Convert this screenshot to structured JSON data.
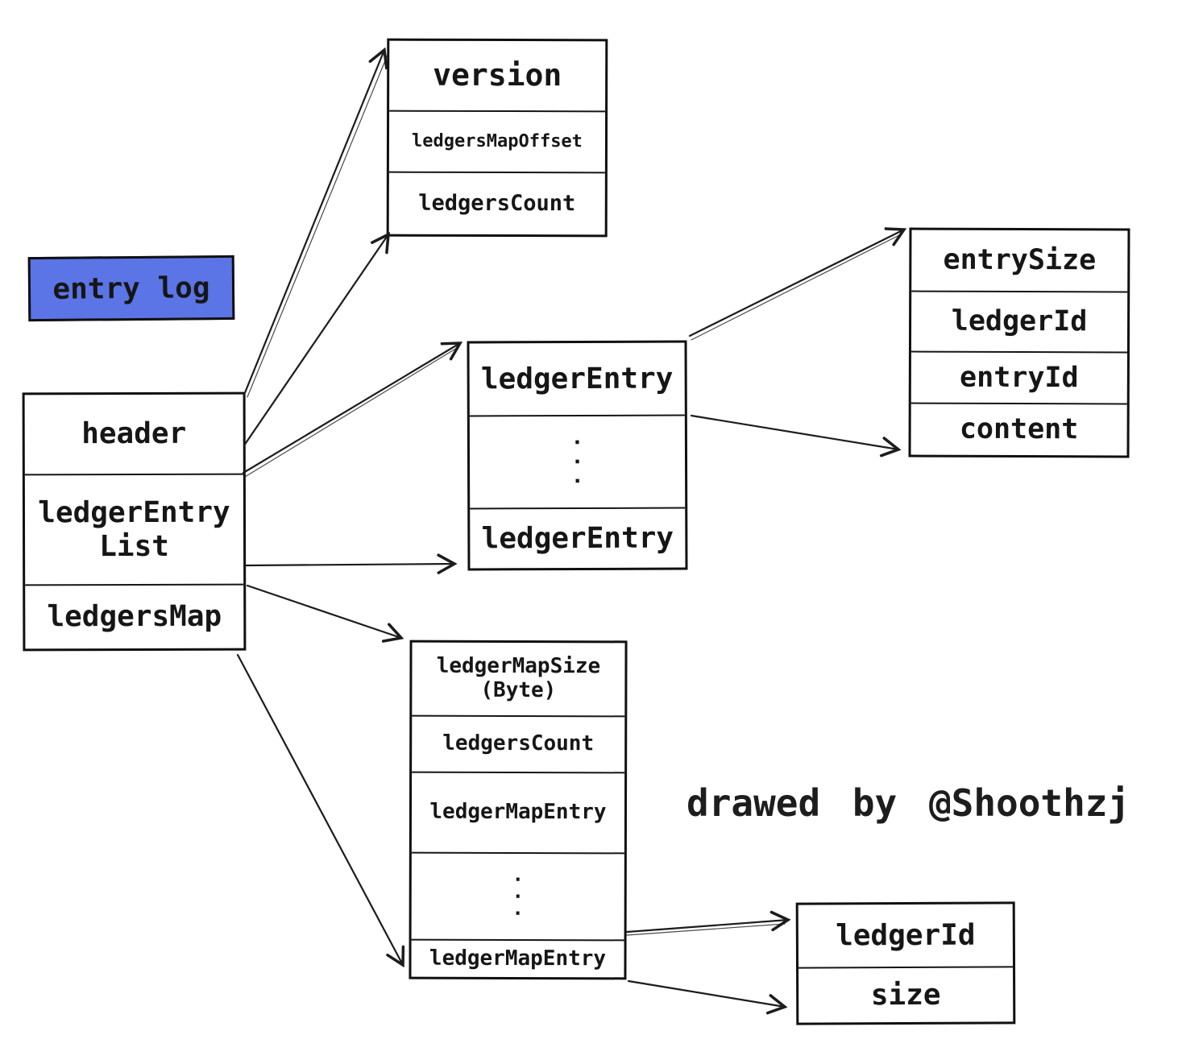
{
  "entry_log_label": "entry log",
  "credit": "drawed by @Shoothzj",
  "colors": {
    "accent_blue": "#5b74e6",
    "ink": "#161616",
    "background": "#ffffff"
  },
  "glyphs": {
    "dot": "·"
  },
  "boxes": {
    "header_struct": {
      "rows": [
        "version",
        "ledgersMapOffset",
        "ledgersCount"
      ]
    },
    "entry_log_struct": {
      "rows": [
        "header",
        "ledgerEntry List",
        "ledgersMap"
      ]
    },
    "ledger_entry_list": {
      "row_top": "ledgerEntry",
      "row_bottom": "ledgerEntry"
    },
    "ledger_entry_struct": {
      "rows": [
        "entrySize",
        "ledgerId",
        "entryId",
        "content"
      ]
    },
    "ledgers_map_struct": {
      "rows": [
        "ledgerMapSize (Byte)",
        "ledgersCount",
        "ledgerMapEntry",
        "ledgerMapEntry"
      ]
    },
    "ledger_map_entry_struct": {
      "rows": [
        "ledgerId",
        "size"
      ]
    }
  },
  "connections": [
    {
      "from": "header",
      "to": "header struct box (top-left)"
    },
    {
      "from": "header",
      "to": "header struct box (bottom-left)"
    },
    {
      "from": "ledgerEntry List",
      "to": "ledgerEntry list box (first ledgerEntry)"
    },
    {
      "from": "ledgerEntry List",
      "to": "ledgerEntry list box (last ledgerEntry)"
    },
    {
      "from": "ledgersMap",
      "to": "ledgersMap struct box (top-left)"
    },
    {
      "from": "ledgersMap",
      "to": "ledgersMap struct box (bottom-left)"
    },
    {
      "from": "ledgerEntry (first)",
      "to": "ledgerEntry struct box (top-left)"
    },
    {
      "from": "ledgerEntry (first)",
      "to": "ledgerEntry struct box (bottom-left)"
    },
    {
      "from": "ledgerMapEntry (last)",
      "to": "ledgerId"
    },
    {
      "from": "ledgerMapEntry (last)",
      "to": "size"
    }
  ]
}
